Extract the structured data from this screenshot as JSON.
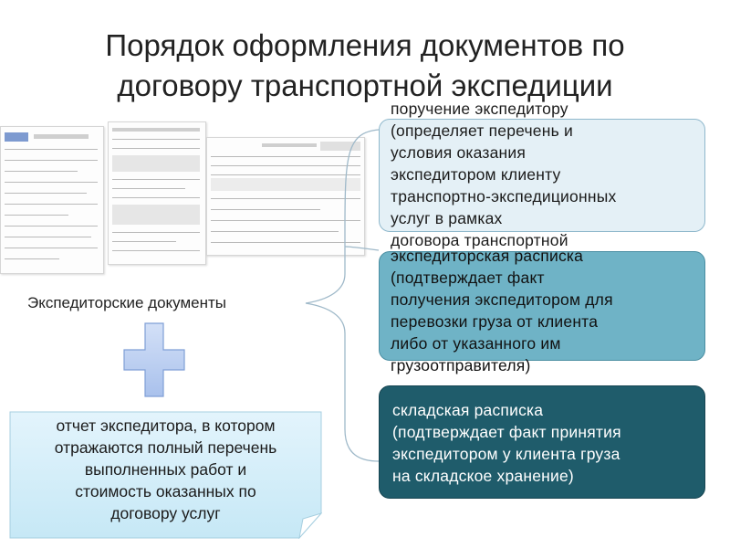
{
  "slide": {
    "title_line1": "Порядок оформления документов по",
    "title_line2": "договору транспортной экспедиции"
  },
  "documents_caption": "Экспедиторские документы",
  "callouts": [
    {
      "lines": [
        "поручение экспедитору",
        "(определяет перечень и",
        "условия оказания",
        "экспедитором клиенту",
        "транспортно-экспедиционных",
        "услуг в рамках",
        "договора транспортной"
      ]
    },
    {
      "lines": [
        "экспедиторская расписка",
        "(подтверждает факт",
        "получения экспедитором для",
        "перевозки груза от клиента",
        "либо от указанного им",
        "грузоотправителя)"
      ]
    },
    {
      "lines": [
        "складская расписка",
        "(подтверждает факт принятия",
        "экспедитором у клиента груза",
        "на складское хранение)"
      ]
    }
  ],
  "report_note": {
    "lines": [
      "отчет экспедитора, в котором",
      "отражаются полный перечень",
      "выполненных работ и",
      "стоимость оказанных по",
      "договору услуг"
    ]
  },
  "colors": {
    "callout_light": "#e4f0f6",
    "callout_medium": "#6fb3c6",
    "callout_dark": "#1f5c6b",
    "plus_fill": "#b8cdf0",
    "note_fill": "#d4eef9"
  }
}
